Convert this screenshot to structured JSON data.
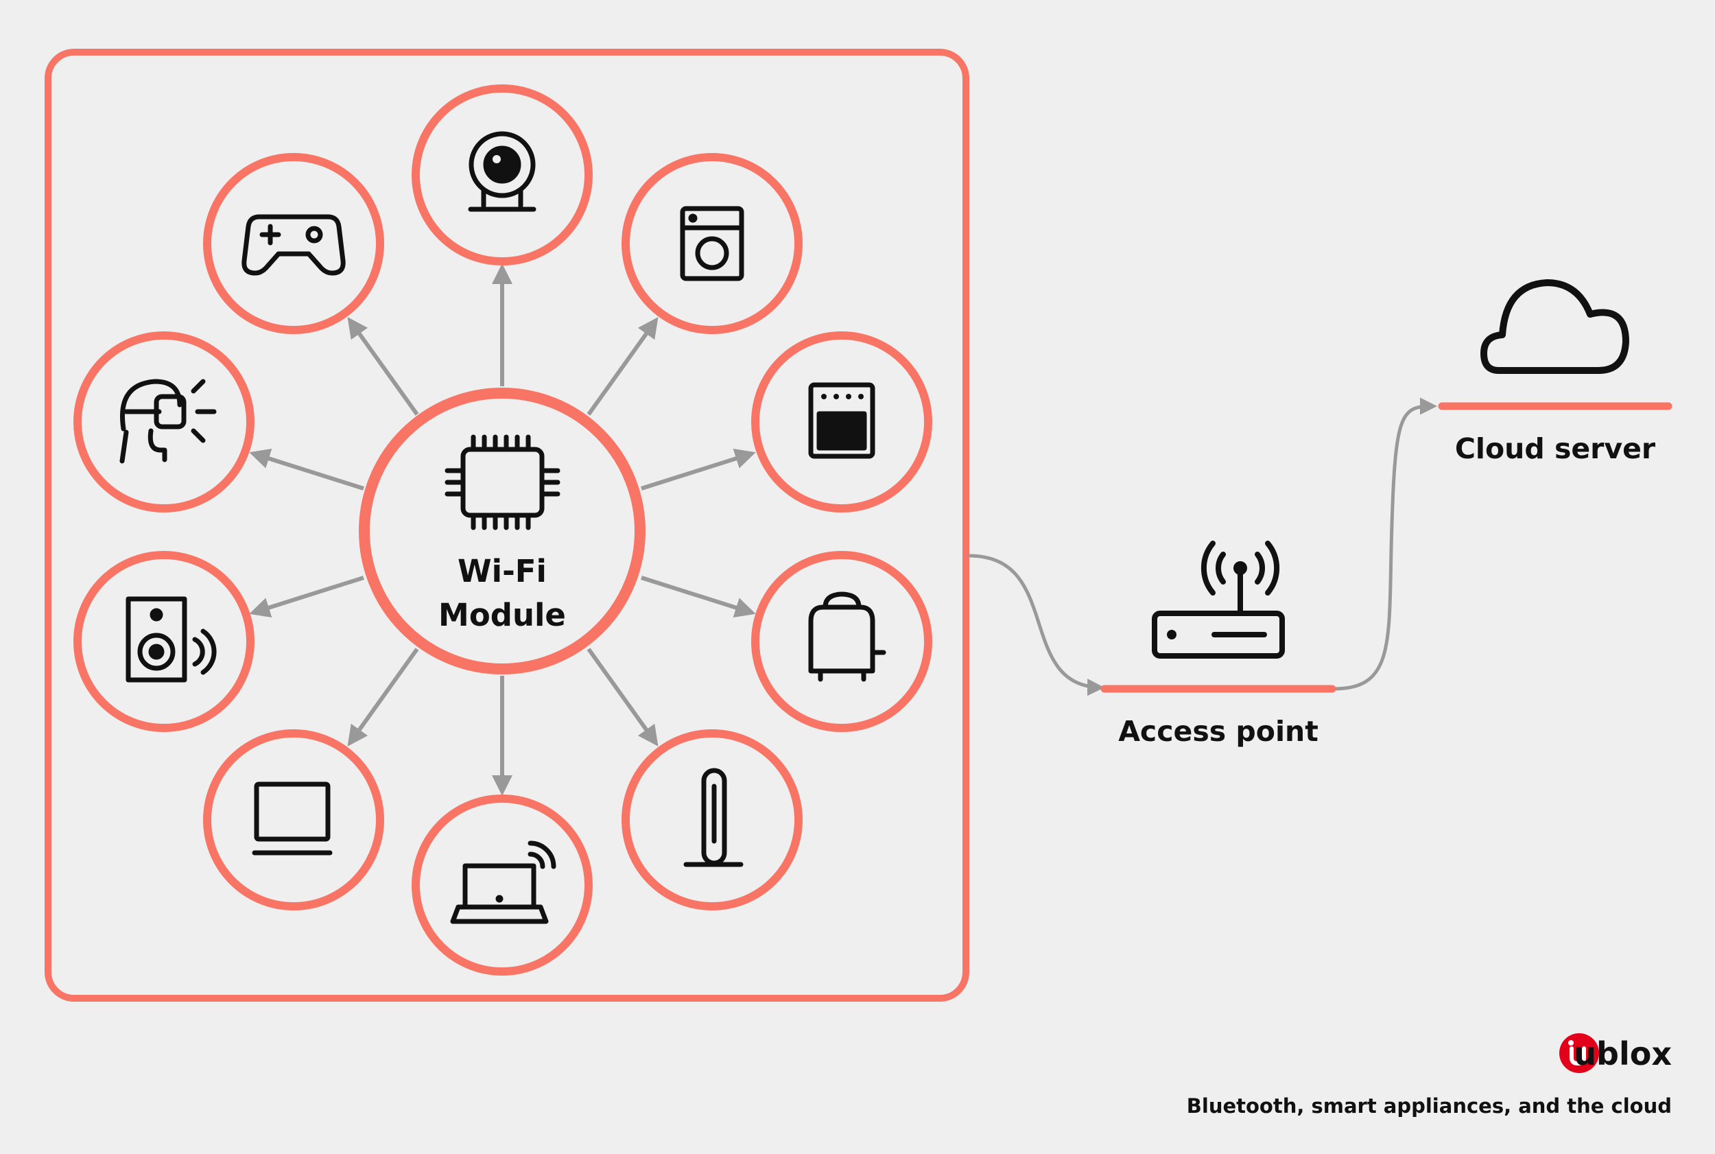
{
  "center": {
    "line1": "Wi-Fi",
    "line2": "Module"
  },
  "access_point": {
    "label": "Access point"
  },
  "cloud": {
    "label": "Cloud server"
  },
  "brand": {
    "name": "ublox"
  },
  "caption": "Bluetooth, smart appliances, and the cloud",
  "devices": [
    "webcam",
    "washing-machine",
    "oven",
    "toaster",
    "tower-speaker",
    "wireless-laptop",
    "laptop",
    "speaker",
    "vr-headset",
    "gamepad"
  ],
  "colors": {
    "accent": "#f87565",
    "arrow": "#999999",
    "icon": "#111111",
    "background": "#efefef"
  }
}
